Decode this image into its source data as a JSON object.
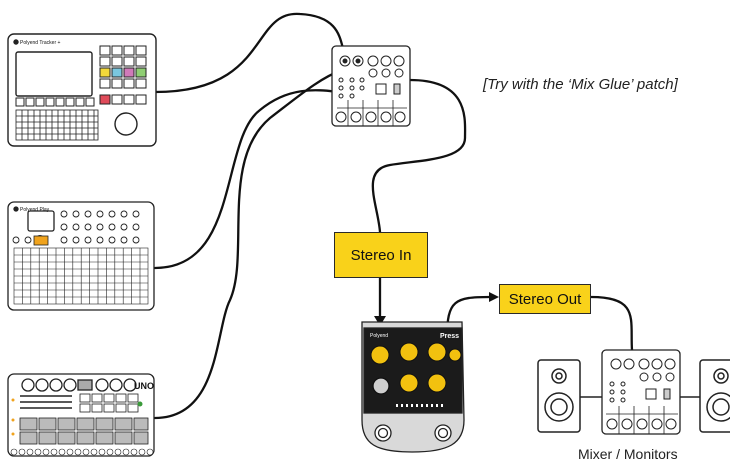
{
  "labels": {
    "stereo_in": "Stereo In",
    "stereo_out": "Stereo Out",
    "note": "[Try with the ‘Mix Glue’ patch]",
    "mixer_caption": "Mixer / Monitors"
  },
  "devices": {
    "tracker_brand": "Polyend Tracker +",
    "play_brand": "Polyend Play",
    "press_brand": "Polyend",
    "press_name": "Press",
    "uno_logo": "UNO"
  },
  "colors": {
    "accent_yellow": "#f9d21a",
    "cable": "#111111",
    "outline": "#222222"
  }
}
